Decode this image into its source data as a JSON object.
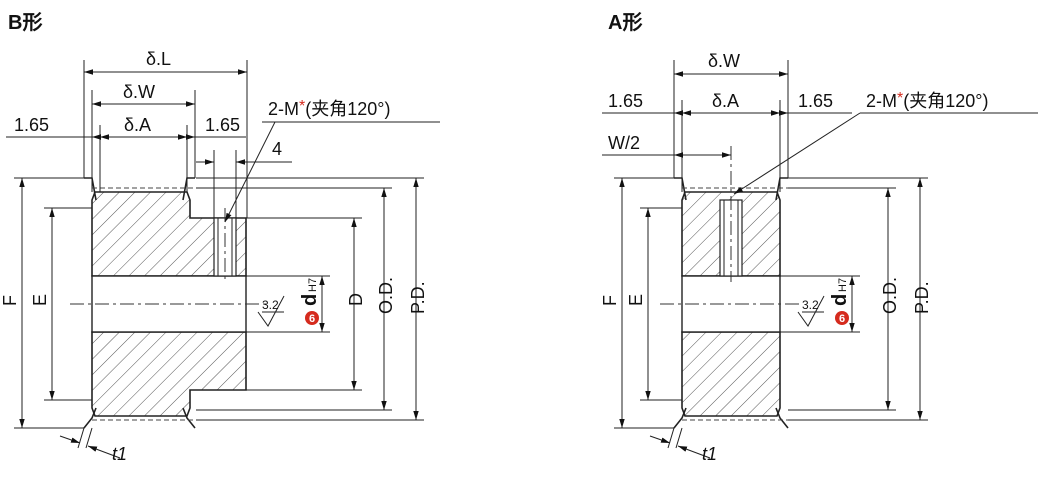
{
  "figures": {
    "b": {
      "title": "B形",
      "dims": {
        "delta_l": "δ.L",
        "delta_w": "δ.W",
        "delta_a": "δ.A",
        "flange_left": "1.65",
        "flange_right": "1.65",
        "boss": "4",
        "tap_prefix": "2-M",
        "tap_star": "*",
        "tap_suffix": "(夹角120°)",
        "f": "F",
        "e": "E",
        "d": "D",
        "od": "O.D.",
        "pd": "P.D.",
        "bore_d": "d",
        "bore_tol": "H7",
        "bore_mark": "6",
        "rough": "3.2",
        "t1": "t1"
      }
    },
    "a": {
      "title": "A形",
      "dims": {
        "delta_w": "δ.W",
        "delta_a": "δ.A",
        "flange_left": "1.65",
        "flange_right": "1.65",
        "half_w": "W/2",
        "tap_prefix": "2-M",
        "tap_star": "*",
        "tap_suffix": "(夹角120°)",
        "f": "F",
        "e": "E",
        "od": "O.D.",
        "pd": "P.D.",
        "bore_d": "d",
        "bore_tol": "H7",
        "bore_mark": "6",
        "rough": "3.2",
        "t1": "t1"
      }
    }
  }
}
